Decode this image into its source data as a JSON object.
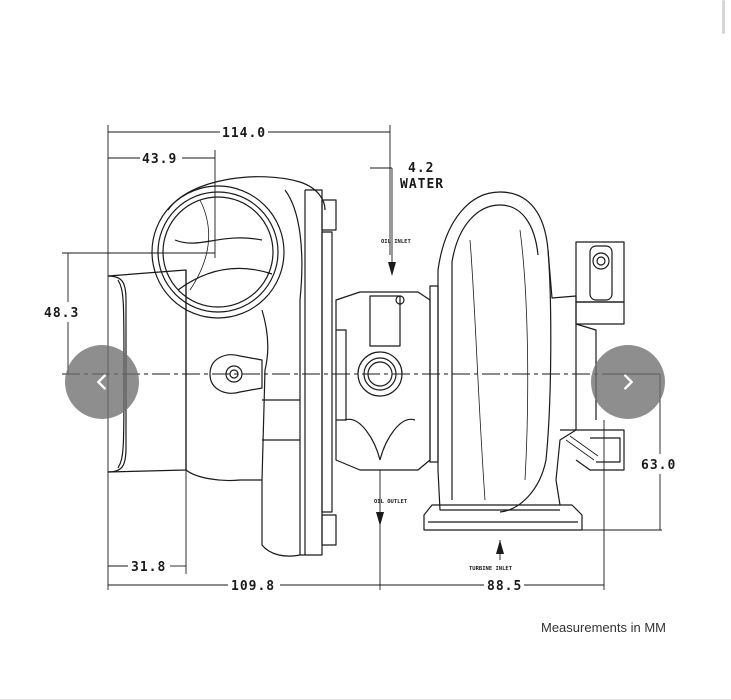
{
  "diagram": {
    "dimensions": {
      "overall_length": "114.0",
      "compressor_inlet_offset": "43.9",
      "water_port": "4.2",
      "water_label": "WATER",
      "compressor_height": "48.3",
      "compressor_flange": "31.8",
      "compressor_to_center": "109.8",
      "center_to_turbine": "88.5",
      "turbine_height": "63.0"
    },
    "labels": {
      "oil_inlet": "OIL INLET",
      "oil_outlet": "OIL OUTLET",
      "turbine_inlet": "TURBINE INLET"
    },
    "caption": "Measurements in MM"
  },
  "nav": {
    "prev_icon": "chevron-left-icon",
    "next_icon": "chevron-right-icon"
  }
}
